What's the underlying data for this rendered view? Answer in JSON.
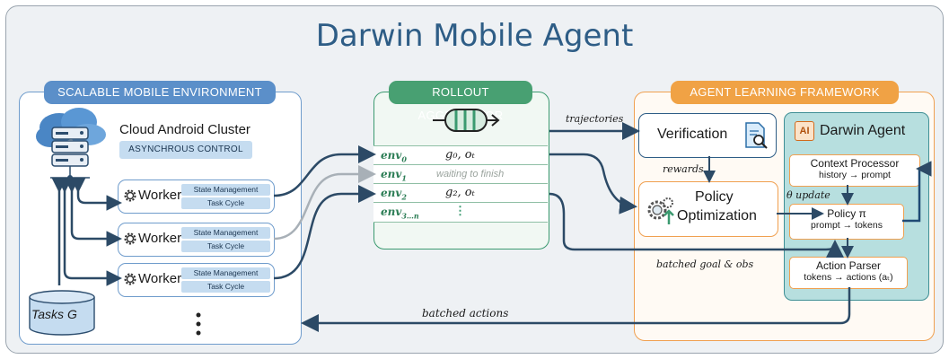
{
  "title": "Darwin Mobile Agent",
  "environment": {
    "header": "SCALABLE MOBILE ENVIRONMENT",
    "cluster_title": "Cloud Android Cluster",
    "async_label": "ASYNCHROUS CONTROL",
    "workers": [
      {
        "label": "Worker",
        "tag1": "State Management",
        "tag2": "Task Cycle"
      },
      {
        "label": "Worker",
        "tag1": "State Management",
        "tag2": "Task Cycle"
      },
      {
        "label": "Worker",
        "tag1": "State Management",
        "tag2": "Task Cycle"
      }
    ],
    "tasks_label": "Tasks G"
  },
  "aggregator": {
    "header": "ROLLOUT AGGREGATOR",
    "rows": [
      {
        "env": "env",
        "sub": "0",
        "value": "g₀, oₜ"
      },
      {
        "env": "env",
        "sub": "1",
        "value": "waiting to finish"
      },
      {
        "env": "env",
        "sub": "2",
        "value": "g₂, oₜ"
      },
      {
        "env": "env",
        "sub": "3…n",
        "value": "⋮"
      }
    ]
  },
  "learning": {
    "header": "AGENT LEARNING FRAMEWORK",
    "verification": "Verification",
    "policy_opt_line1": "Policy",
    "policy_opt_line2": "Optimization",
    "agent_title": "Darwin Agent",
    "agent_badge": "AI",
    "context_title": "Context Processor",
    "context_sub": "history → prompt",
    "policy_title": "Policy π",
    "policy_sub": "prompt → tokens",
    "parser_title": "Action Parser",
    "parser_sub": "tokens → actions (aₜ)"
  },
  "edge_labels": {
    "trajectories": "trajectories",
    "rewards": "rewards",
    "theta_update": "θ update",
    "batched_goal_obs": "batched goal & obs",
    "batched_actions": "batched actions"
  },
  "colors": {
    "env_accent": "#5b8fc9",
    "agg_accent": "#48a072",
    "lf_accent": "#f0a245",
    "title": "#2e5d86"
  }
}
